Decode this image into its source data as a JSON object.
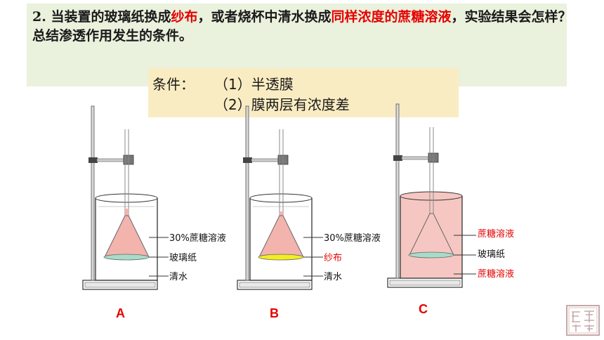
{
  "question": {
    "part1": "2. 当装置的玻璃纸换成",
    "hl1": "纱布",
    "part2": "，或者烧杯中清水换成",
    "hl2": "同样浓度的蔗糖溶液",
    "part3": "，实验结果会怎样？ 总结渗透作用发生的条件。"
  },
  "conditions": {
    "heading": "条件：",
    "item1": "（1）半透膜",
    "item2": "（2）膜两层有浓度差"
  },
  "setups": [
    {
      "letter": "A",
      "top_label": "30%蔗糖溶液",
      "membrane_label": "玻璃纸",
      "bottom_label": "清水"
    },
    {
      "letter": "B",
      "top_label": "30%蔗糖溶液",
      "membrane_label": "纱布",
      "bottom_label": "清水"
    },
    {
      "letter": "C",
      "top_label": "蔗糖溶液",
      "membrane_label": "玻璃纸",
      "bottom_label": "蔗糖溶液"
    }
  ],
  "colors": {
    "accent_red": "#e60000",
    "question_bg": "#eaf1dd",
    "conditions_bg": "#faecc2",
    "sucrose_solution": "#f3b4ae",
    "cellophane": "#a8dcc8",
    "gauze": "#f2ee20"
  }
}
